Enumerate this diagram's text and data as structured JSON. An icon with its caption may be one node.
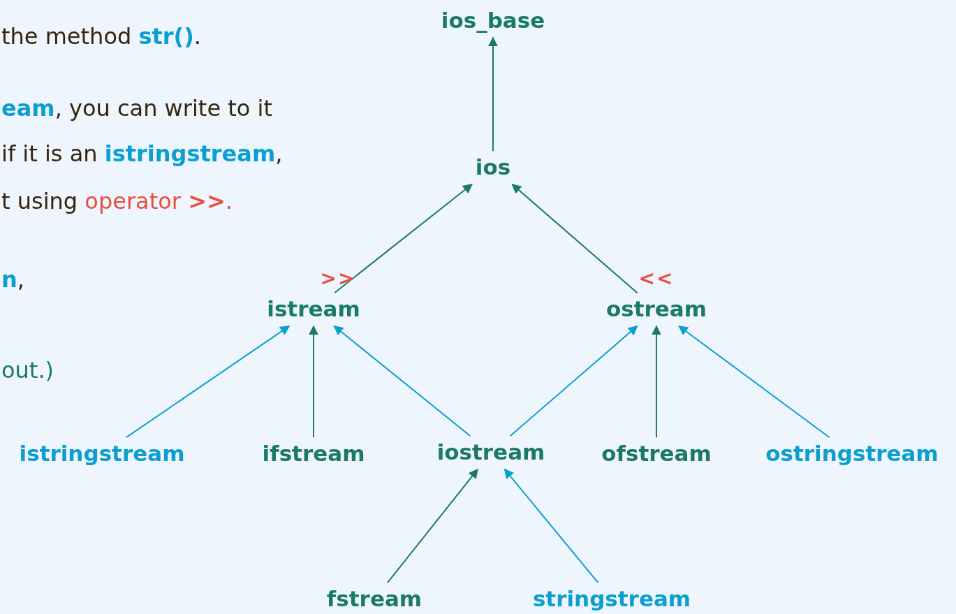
{
  "diagram": {
    "nodes": [
      {
        "text": [
          "ios_base"
        ]
      },
      {
        "text": [
          "ios"
        ]
      },
      {
        "text": [
          "istream"
        ],
        "beside": [
          ">>"
        ]
      },
      {
        "text": [
          "ostream"
        ],
        "beside": [
          "<<"
        ]
      },
      {
        "text": [
          "istringstream"
        ]
      },
      {
        "text": [
          "ifstream"
        ]
      },
      {
        "text": [
          "iostream"
        ]
      },
      {
        "text": [
          "ofstream"
        ]
      },
      {
        "text": [
          "ostringstream"
        ]
      },
      {
        "text": [
          "fstream"
        ]
      },
      {
        "text": [
          "stringstream"
        ]
      }
    ],
    "edges": [
      {
        "from": 1,
        "to": 0,
        "arrow": "to"
      },
      {
        "from": 2,
        "to": 1,
        "arrow": "to"
      },
      {
        "from": 3,
        "to": 1,
        "arrow": "to"
      },
      {
        "from": 4,
        "to": 2,
        "arrow": "to",
        "color": "#0a9fd0"
      },
      {
        "from": 5,
        "to": 2,
        "arrow": "to"
      },
      {
        "from": 6,
        "to": 2,
        "arrow": "to",
        "color": "#0a9fd0"
      },
      {
        "from": 6,
        "to": 3,
        "arrow": "to",
        "color": "#0a9fd0"
      },
      {
        "from": 7,
        "to": 3,
        "arrow": "to"
      },
      {
        "from": 8,
        "to": 3,
        "arrow": "to",
        "color": "#0a9fd0"
      },
      {
        "from": 9,
        "to": 6,
        "arrow": "to"
      },
      {
        "from": 10,
        "to": 6,
        "arrow": "to",
        "color": "#0a9fd0"
      }
    ],
    "labels": [
      "the method **str()**.",
      "**eam**, you can write to it",
      "if it is an **istringstream**,",
      "t using operator **>>**.",
      "**n**,",
      "out.)"
    ]
  }
}
